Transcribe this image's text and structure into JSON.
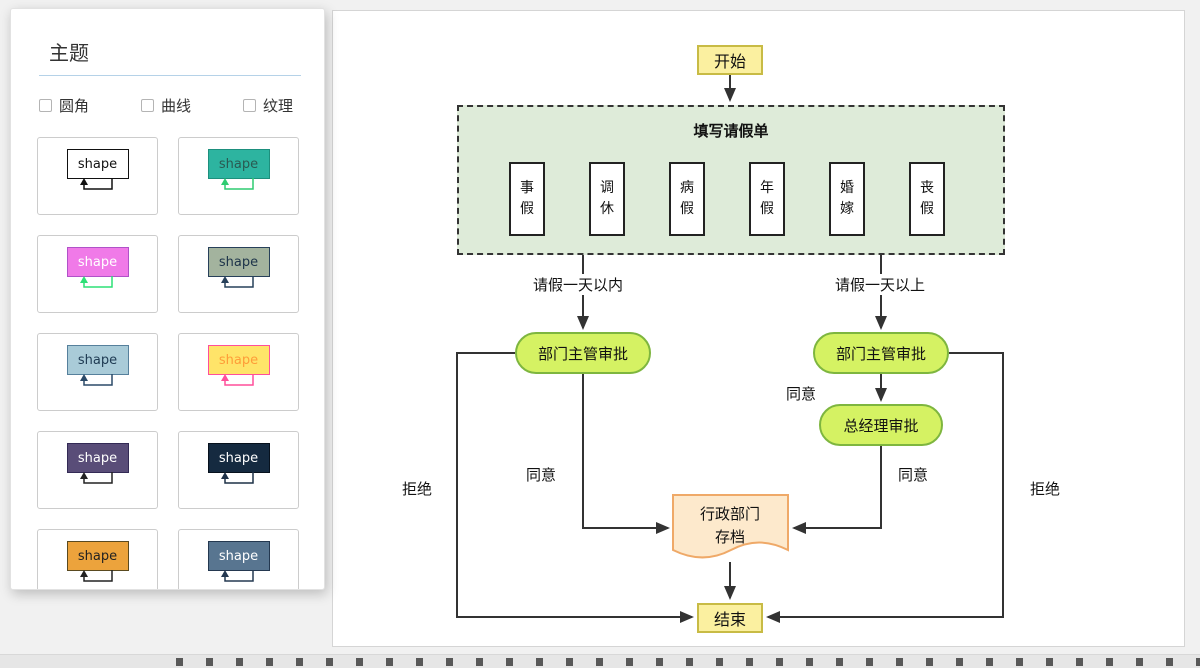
{
  "panel": {
    "title": "主题",
    "options": [
      "圆角",
      "曲线",
      "纹理"
    ],
    "shape_label": "shape",
    "themes": [
      {
        "name": "classic",
        "fill": "#ffffff",
        "border": "#111111",
        "text": "#111111",
        "arrow": "#111111"
      },
      {
        "name": "teal",
        "fill": "#2db4a0",
        "border": "#1d8f7d",
        "text": "#2a5a52",
        "arrow": "#2ecc71"
      },
      {
        "name": "magenta",
        "fill": "#f07ae8",
        "border": "#b052c8",
        "text": "#ffffff",
        "arrow": "#2de077"
      },
      {
        "name": "sage",
        "fill": "#a3b39e",
        "border": "#27405a",
        "text": "#1c3349",
        "arrow": "#27405a"
      },
      {
        "name": "sky",
        "fill": "#a9cbd8",
        "border": "#56809c",
        "text": "#1e3a52",
        "arrow": "#2b4a68"
      },
      {
        "name": "lemon",
        "fill": "#ffe469",
        "border": "#ff4f9a",
        "text": "#ff9d38",
        "arrow": "#ff4f9a"
      },
      {
        "name": "violet",
        "fill": "#594d78",
        "border": "#332a55",
        "text": "#ffffff",
        "arrow": "#222222"
      },
      {
        "name": "midnight",
        "fill": "#152a40",
        "border": "#07111d",
        "text": "#ffffff",
        "arrow": "#1d3047"
      },
      {
        "name": "amber",
        "fill": "#eca33c",
        "border": "#5a4a20",
        "text": "#222222",
        "arrow": "#222222"
      },
      {
        "name": "steel",
        "fill": "#587590",
        "border": "#243850",
        "text": "#ffffff",
        "arrow": "#243850"
      }
    ]
  },
  "flowchart": {
    "start": "开始",
    "end": "结束",
    "form_group": "填写请假单",
    "leave_types": [
      "事\n假",
      "调\n休",
      "病\n假",
      "年\n假",
      "婚\n嫁",
      "丧\n假"
    ],
    "branch_left": "请假一天以内",
    "branch_right": "请假一天以上",
    "dept_approval": "部门主管审批",
    "gm_approval": "总经理审批",
    "archive": "行政部门\n存档",
    "agree": "同意",
    "reject": "拒绝",
    "colors": {
      "node_yellow": "#FBF0A0",
      "node_yellow_border": "#C8BB45",
      "pill_green": "#D5F263",
      "pill_green_border": "#7EB63F",
      "container_green": "#DEEBD9",
      "doc_fill": "#FDE9CC",
      "doc_border": "#EFA968",
      "line": "#333333"
    }
  }
}
